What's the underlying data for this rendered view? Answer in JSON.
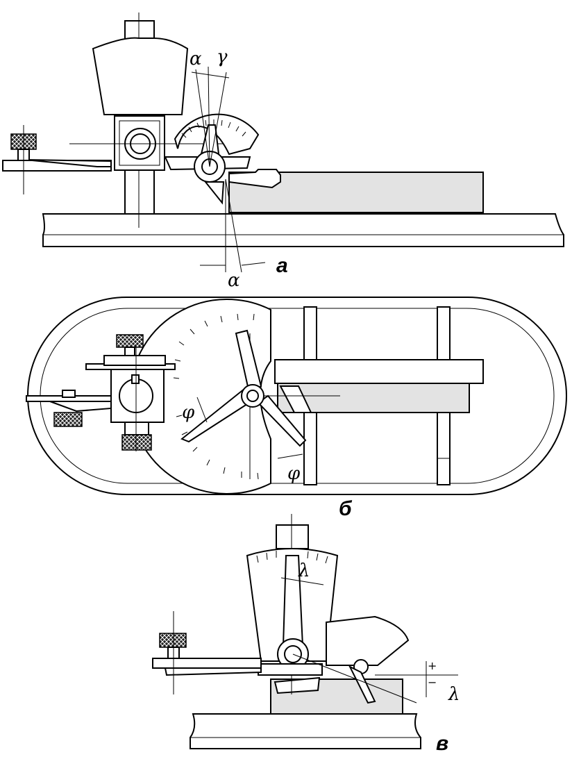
{
  "figures": {
    "a": {
      "caption": "а",
      "labels": {
        "alpha_top": "α",
        "gamma_top": "γ",
        "alpha_bottom": "α"
      }
    },
    "b": {
      "caption": "б",
      "labels": {
        "phi_left": "φ",
        "phi_right": "φ"
      }
    },
    "v": {
      "caption": "в",
      "labels": {
        "lambda_top": "λ",
        "lambda_side": "λ",
        "plus": "+",
        "minus": "−"
      }
    }
  }
}
